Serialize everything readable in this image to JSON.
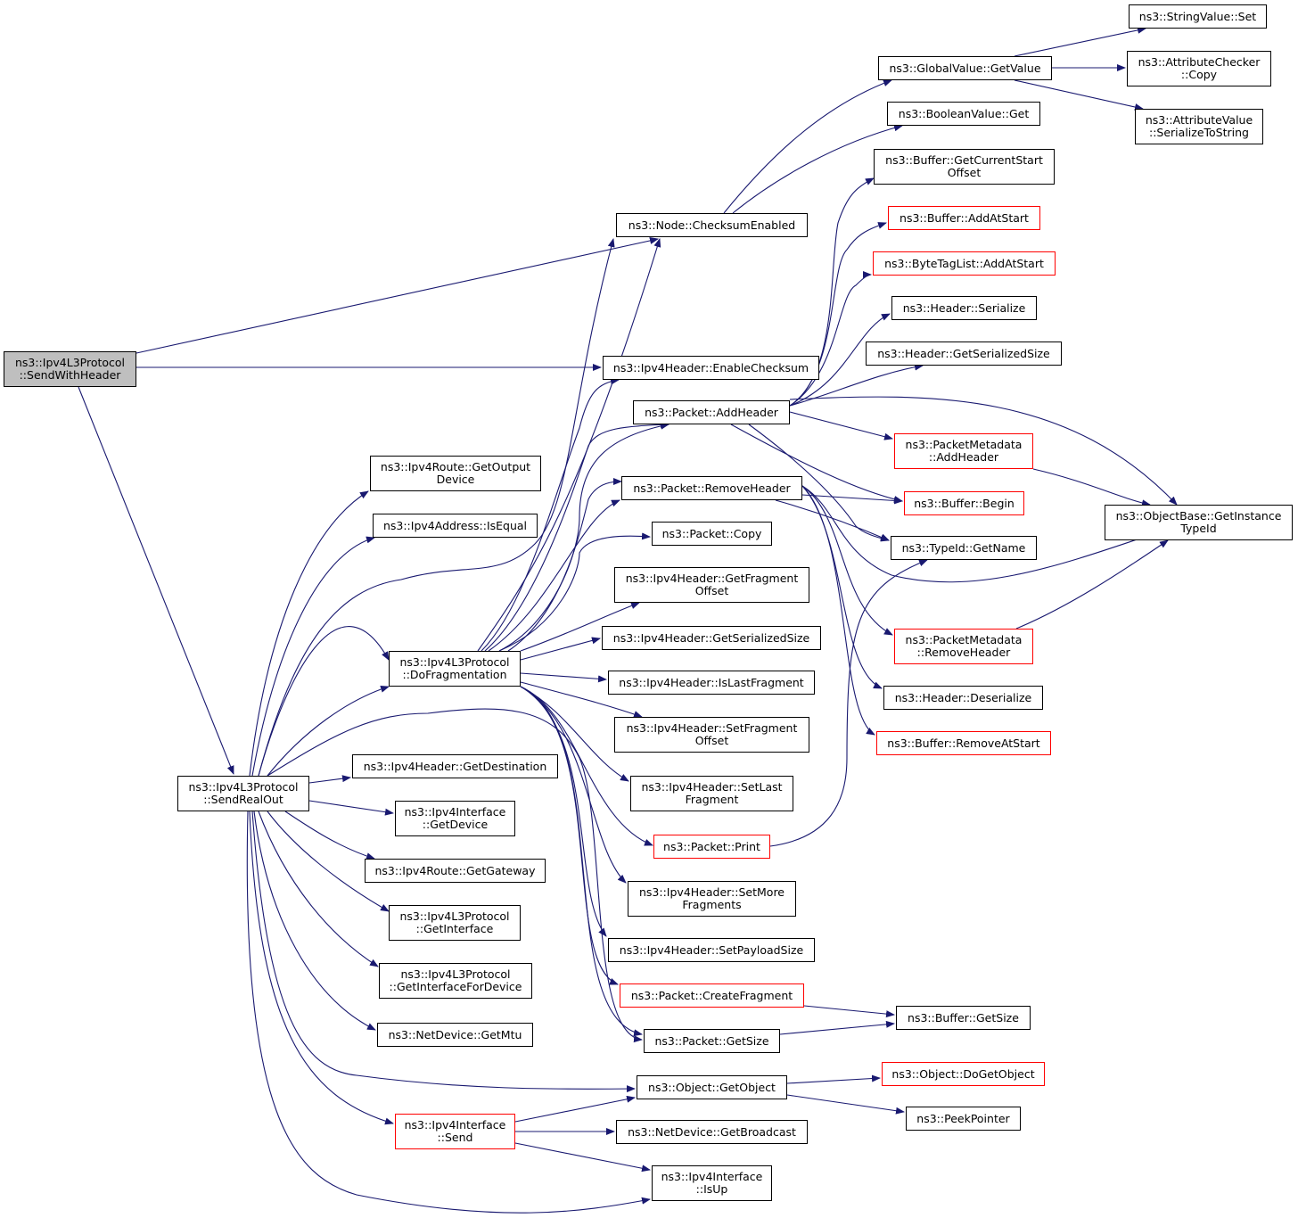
{
  "colors": {
    "edge": "#191970",
    "border": "#000000",
    "incomplete_border": "#ff0000",
    "root_fill": "#bfbfbf"
  },
  "nodes": {
    "send_with_header": {
      "l1": "ns3::Ipv4L3Protocol",
      "l2": "::SendWithHeader"
    },
    "send_real_out": {
      "l1": "ns3::Ipv4L3Protocol",
      "l2": "::SendRealOut"
    },
    "checksum_enabled": {
      "l1": "ns3::Node::ChecksumEnabled"
    },
    "enable_checksum": {
      "l1": "ns3::Ipv4Header::EnableChecksum"
    },
    "gv_getvalue": {
      "l1": "ns3::GlobalValue::GetValue"
    },
    "stringvalue_set": {
      "l1": "ns3::StringValue::Set"
    },
    "attr_checker_copy": {
      "l1": "ns3::AttributeChecker",
      "l2": "::Copy"
    },
    "attr_value_ser": {
      "l1": "ns3::AttributeValue",
      "l2": "::SerializeToString"
    },
    "boolean_get": {
      "l1": "ns3::BooleanValue::Get"
    },
    "buffer_cur_start": {
      "l1": "ns3::Buffer::GetCurrentStart",
      "l2": "Offset"
    },
    "buffer_add_at_start": {
      "l1": "ns3::Buffer::AddAtStart"
    },
    "bytetag_add_at_start": {
      "l1": "ns3::ByteTagList::AddAtStart"
    },
    "header_serialize": {
      "l1": "ns3::Header::Serialize"
    },
    "header_ser_size": {
      "l1": "ns3::Header::GetSerializedSize"
    },
    "packet_add_header": {
      "l1": "ns3::Packet::AddHeader"
    },
    "pm_add_header": {
      "l1": "ns3::PacketMetadata",
      "l2": "::AddHeader"
    },
    "objectbase_tid": {
      "l1": "ns3::ObjectBase::GetInstance",
      "l2": "TypeId"
    },
    "route_output_dev": {
      "l1": "ns3::Ipv4Route::GetOutput",
      "l2": "Device"
    },
    "addr_isequal": {
      "l1": "ns3::Ipv4Address::IsEqual"
    },
    "packet_remove_header": {
      "l1": "ns3::Packet::RemoveHeader"
    },
    "buffer_begin": {
      "l1": "ns3::Buffer::Begin"
    },
    "packet_copy": {
      "l1": "ns3::Packet::Copy"
    },
    "typeid_getname": {
      "l1": "ns3::TypeId::GetName"
    },
    "hdr_get_frag_off": {
      "l1": "ns3::Ipv4Header::GetFragment",
      "l2": "Offset"
    },
    "hdr_get_ser_size": {
      "l1": "ns3::Ipv4Header::GetSerializedSize"
    },
    "do_fragmentation": {
      "l1": "ns3::Ipv4L3Protocol",
      "l2": "::DoFragmentation"
    },
    "pm_remove_header": {
      "l1": "ns3::PacketMetadata",
      "l2": "::RemoveHeader"
    },
    "hdr_is_last_frag": {
      "l1": "ns3::Ipv4Header::IsLastFragment"
    },
    "header_deserialize": {
      "l1": "ns3::Header::Deserialize"
    },
    "hdr_set_frag_off": {
      "l1": "ns3::Ipv4Header::SetFragment",
      "l2": "Offset"
    },
    "buffer_remove_at_start": {
      "l1": "ns3::Buffer::RemoveAtStart"
    },
    "hdr_get_dest": {
      "l1": "ns3::Ipv4Header::GetDestination"
    },
    "hdr_set_last_frag": {
      "l1": "ns3::Ipv4Header::SetLast",
      "l2": "Fragment"
    },
    "iface_get_device": {
      "l1": "ns3::Ipv4Interface",
      "l2": "::GetDevice"
    },
    "packet_print": {
      "l1": "ns3::Packet::Print"
    },
    "route_gateway": {
      "l1": "ns3::Ipv4Route::GetGateway"
    },
    "hdr_set_more_frag": {
      "l1": "ns3::Ipv4Header::SetMore",
      "l2": "Fragments"
    },
    "l3_get_interface": {
      "l1": "ns3::Ipv4L3Protocol",
      "l2": "::GetInterface"
    },
    "hdr_set_payload": {
      "l1": "ns3::Ipv4Header::SetPayloadSize"
    },
    "l3_get_iface_for_dev": {
      "l1": "ns3::Ipv4L3Protocol",
      "l2": "::GetInterfaceForDevice"
    },
    "packet_create_frag": {
      "l1": "ns3::Packet::CreateFragment"
    },
    "buffer_get_size": {
      "l1": "ns3::Buffer::GetSize"
    },
    "netdev_get_mtu": {
      "l1": "ns3::NetDevice::GetMtu"
    },
    "packet_get_size": {
      "l1": "ns3::Packet::GetSize"
    },
    "object_do_get_object": {
      "l1": "ns3::Object::DoGetObject"
    },
    "object_get_object": {
      "l1": "ns3::Object::GetObject"
    },
    "peek_pointer": {
      "l1": "ns3::PeekPointer"
    },
    "iface_send": {
      "l1": "ns3::Ipv4Interface",
      "l2": "::Send"
    },
    "netdev_get_broadcast": {
      "l1": "ns3::NetDevice::GetBroadcast"
    },
    "iface_is_up": {
      "l1": "ns3::Ipv4Interface",
      "l2": "::IsUp"
    }
  }
}
